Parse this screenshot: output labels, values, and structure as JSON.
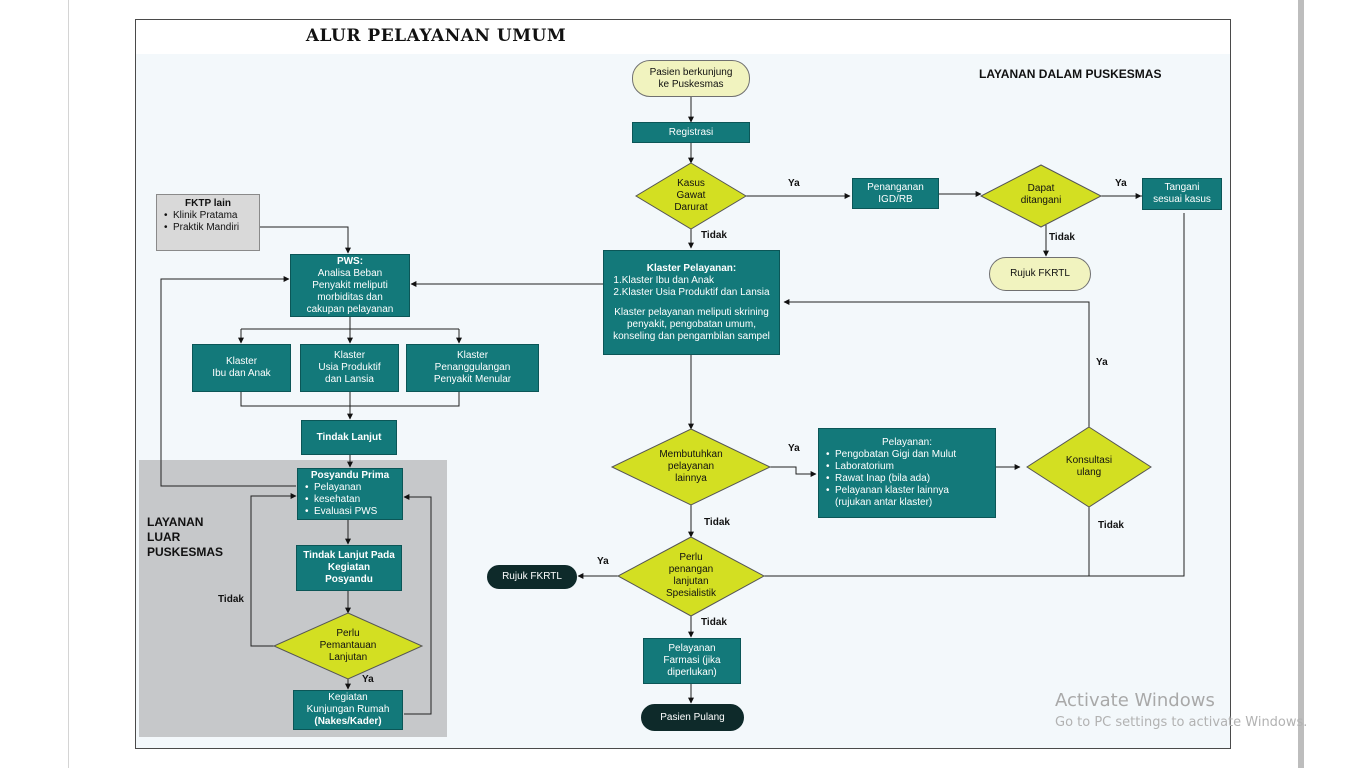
{
  "title": "ALUR PELAYANAN UMUM",
  "sections": {
    "inside": "LAYANAN DALAM PUSKESMAS",
    "outside_lines": [
      "LAYANAN",
      "LUAR",
      "PUSKESMAS"
    ]
  },
  "nodes": {
    "start": [
      "Pasien berkunjung",
      "ke Puskesmas"
    ],
    "registration": "Registrasi",
    "emergency": [
      "Kasus",
      "Gawat",
      "Darurat"
    ],
    "igd": [
      "Penanganan",
      "IGD/RB"
    ],
    "can_handle": [
      "Dapat",
      "ditangani"
    ],
    "handle_case": [
      "Tangani",
      "sesuai kasus"
    ],
    "refer_fkrtl_top": "Rujuk FKRTL",
    "cluster_service": {
      "title": "Klaster Pelayanan:",
      "items": [
        "1.Klaster Ibu dan Anak",
        "2.Klaster Usia Produktif dan Lansia"
      ],
      "desc": [
        "Klaster pelayanan meliputi skrining",
        "penyakit, pengobatan umum,",
        "konseling dan pengambilan sampel"
      ]
    },
    "needs_other": [
      "Membutuhkan",
      "pelayanan",
      "lainnya"
    ],
    "other_services": {
      "title": "Pelayanan:",
      "items": [
        "Pengobatan Gigi dan Mulut",
        "Laboratorium",
        "Rawat Inap (bila ada)",
        "Pelayanan klaster lainnya"
      ],
      "note": "(rujukan antar klaster)"
    },
    "reconsult": [
      "Konsultasi",
      "ulang"
    ],
    "specialist": [
      "Perlu",
      "penangan",
      "lanjutan",
      "Spesialistik"
    ],
    "refer_fkrtl_bottom": "Rujuk FKRTL",
    "pharmacy": [
      "Pelayanan",
      "Farmasi (jika",
      "diperlukan)"
    ],
    "go_home": "Pasien Pulang",
    "fktp": {
      "title": "FKTP lain",
      "items": [
        "Klinik Pratama",
        "Praktik Mandiri"
      ]
    },
    "pws": [
      "PWS:",
      "Analisa Beban",
      "Penyakit meliputi",
      "morbiditas dan",
      "cakupan pelayanan"
    ],
    "cluster_mother": [
      "Klaster",
      "Ibu dan Anak"
    ],
    "cluster_productive": [
      "Klaster",
      "Usia Produktif",
      "dan Lansia"
    ],
    "cluster_disease": [
      "Klaster",
      "Penanggulangan",
      "Penyakit Menular"
    ],
    "follow_up": "Tindak Lanjut",
    "posyandu": {
      "title": "Posyandu Prima",
      "items": [
        "Pelayanan",
        "kesehatan",
        "Evaluasi PWS"
      ]
    },
    "posyandu_follow": [
      "Tindak Lanjut Pada",
      "Kegiatan",
      "Posyandu"
    ],
    "monitoring": [
      "Perlu",
      "Pemantauan",
      "Lanjutan"
    ],
    "home_visit": [
      "Kegiatan",
      "Kunjungan Rumah",
      "(Nakes/Kader)"
    ]
  },
  "edge_labels": {
    "ya_igd": "Ya",
    "ya_handle": "Ya",
    "tidak_emergency": "Tidak",
    "tidak_handle": "Tidak",
    "ya_other": "Ya",
    "ya_reconsult": "Ya",
    "tidak_other": "Tidak",
    "tidak_reconsult": "Tidak",
    "ya_fkrtl": "Ya",
    "tidak_specialist": "Tidak",
    "tidak_monitoring": "Tidak",
    "ya_monitoring": "Ya"
  },
  "watermark": {
    "line1": "Activate Windows",
    "line2": "Go to PC settings to activate Windows."
  },
  "colors": {
    "process": "#13797a",
    "decision": "#d3df22",
    "terminal_light": "#f1f3bf",
    "terminal_dark": "#0e2a2a",
    "outside_panel": "#c6c8ca"
  }
}
